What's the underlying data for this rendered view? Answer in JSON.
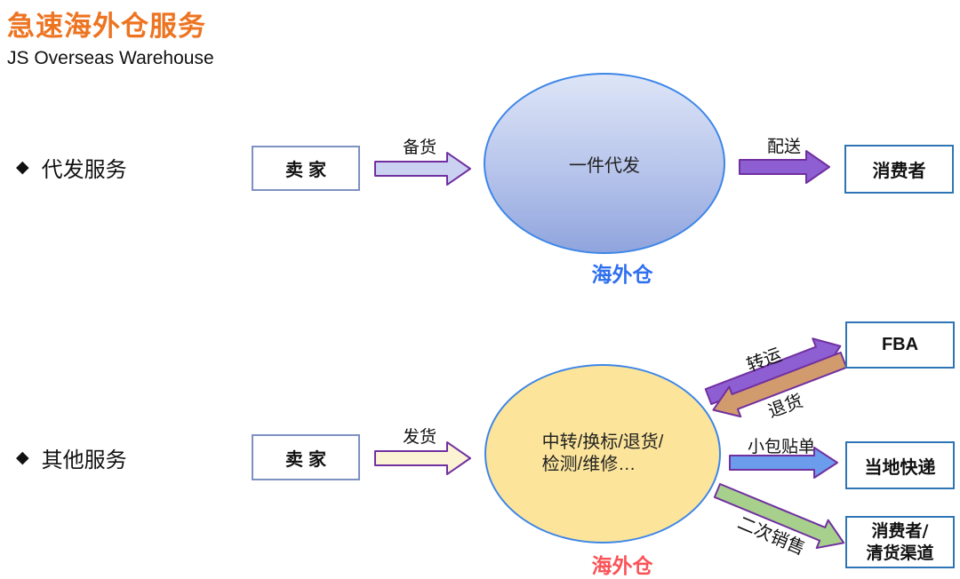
{
  "header": {
    "title": "急速海外仓服务",
    "subtitle": "JS Overseas Warehouse"
  },
  "sections": [
    {
      "bullet": "◆",
      "label": "代发服务",
      "seller": "卖家",
      "stock_arrow_label": "备货",
      "warehouse_text": "一件代发",
      "warehouse_caption": "海外仓",
      "delivery_arrow_label": "配送",
      "consumer": "消费者"
    },
    {
      "bullet": "◆",
      "label": "其他服务",
      "seller": "卖家",
      "ship_arrow_label": "发货",
      "warehouse_line1": "中转/换标/退货/",
      "warehouse_line2": "检测/维修…",
      "warehouse_caption": "海外仓",
      "transfer_arrow_label": "转运",
      "return_arrow_label": "退货",
      "fba": "FBA",
      "parcel_arrow_label": "小包贴单",
      "local_express": "当地快递",
      "resale_arrow_label": "二次销售",
      "consumer_line1": "消费者/",
      "consumer_line2": "清货渠道"
    }
  ],
  "colors": {
    "title_orange": "#ED7421",
    "caption_blue": "#2E6FF0",
    "caption_red": "#FA5257",
    "box_border": "#2E75B6",
    "seller_border": "#7E91C3",
    "ellipse_border": "#3E86E8",
    "arrow_outline": "#7030A0",
    "arrow_lavender": "#CBD2F1",
    "arrow_cream": "#FCF3D5",
    "arrow_purple": "#8E5FD2",
    "arrow_tan": "#D29B6E",
    "arrow_blue": "#6C9CEC",
    "arrow_green": "#A8D08D",
    "ellipse1_top": "#DDE5F6",
    "ellipse1_bottom": "#90A5DD",
    "ellipse2_fill": "#FCE59B"
  }
}
